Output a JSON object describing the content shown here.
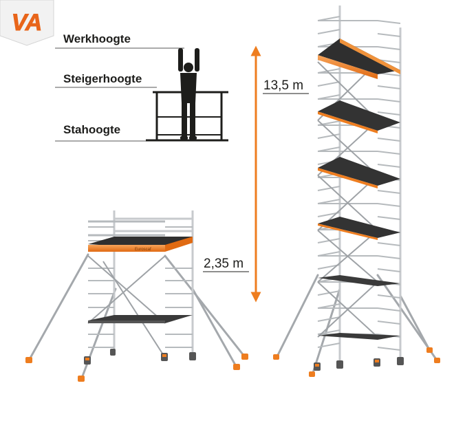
{
  "logo": {
    "text": "VA",
    "color": "#e8651a"
  },
  "legend": {
    "werkhoogte": "Werkhoogte",
    "steigerhoogte": "Steigerhoogte",
    "stahoogte": "Stahoogte"
  },
  "dimensions": {
    "large": "13,5 m",
    "small": "2,35 m"
  },
  "plank_text": "Euroscaf",
  "colors": {
    "accent": "#ee7d1f",
    "frame": "#b9bcbf",
    "deck": "#3a3a3a",
    "ink": "#1d1d1b"
  }
}
